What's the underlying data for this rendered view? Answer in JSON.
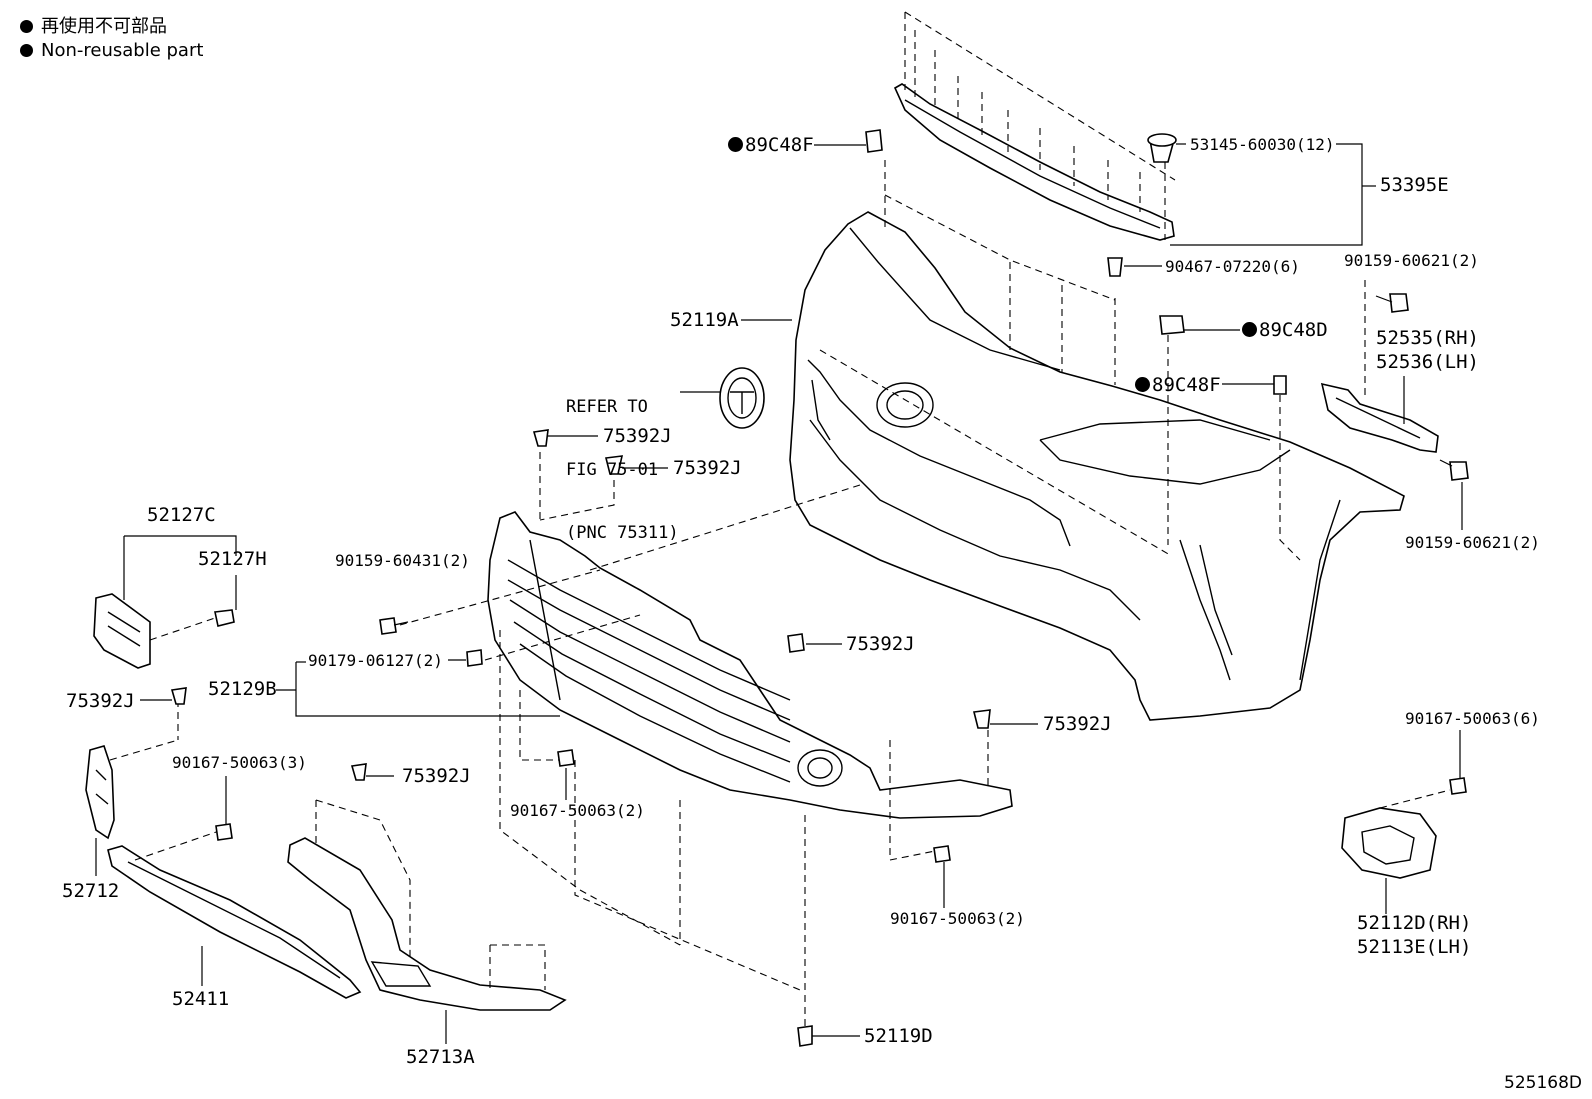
{
  "legend": {
    "line1": "再使用不可部品",
    "line2": "Non-reusable part"
  },
  "reference": {
    "line1": "REFER TO",
    "line2": "FIG 75-01",
    "line3": "(PNC 75311)"
  },
  "figure_number": "525168D",
  "labels": {
    "p89C48F_top": "89C48F",
    "p53145": "53145-60030(12)",
    "p53395E": "53395E",
    "p90467": "90467-07220(6)",
    "p90159_60621_top": "90159-60621(2)",
    "p52119A": "52119A",
    "p89C48D": "89C48D",
    "p52535": "52535(RH)",
    "p52536": "52536(LH)",
    "p89C48F_mid": "89C48F",
    "p75392J_a": "75392J",
    "p75392J_b": "75392J",
    "p52127C": "52127C",
    "p52127H": "52127H",
    "p90159_60621_bot": "90159-60621(2)",
    "p90159_60431": "90159-60431(2)",
    "p90179": "90179-06127(2)",
    "p75392J_c": "75392J",
    "p52129B": "52129B",
    "p75392J_d": "75392J",
    "p75392J_e": "75392J",
    "p90167_6": "90167-50063(6)",
    "p90167_3": "90167-50063(3)",
    "p75392J_f": "75392J",
    "p90167_2a": "90167-50063(2)",
    "p52712": "52712",
    "p90167_2b": "90167-50063(2)",
    "p52112D": "52112D(RH)",
    "p52113E": "52113E(LH)",
    "p52411": "52411",
    "p52119D": "52119D",
    "p52713A": "52713A"
  }
}
